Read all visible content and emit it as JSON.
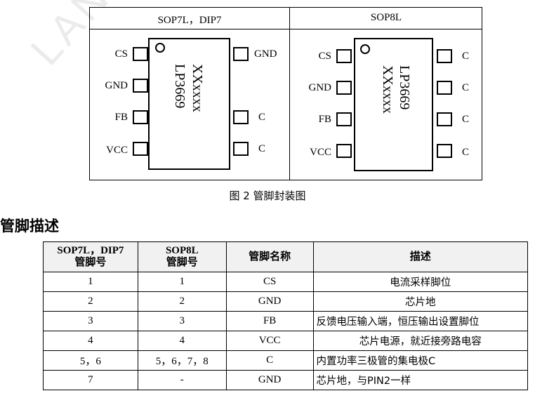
{
  "figure": {
    "left_header": "SOP7L，DIP7",
    "right_header": "SOP8L",
    "left_chip": {
      "marking_line1": "LP3669",
      "marking_line2": "XXxxxx",
      "left_pins": [
        "CS",
        "GND",
        "FB",
        "VCC"
      ],
      "right_pins": [
        "GND",
        "C",
        "C"
      ]
    },
    "right_chip": {
      "marking_line1": "LP3669",
      "marking_line2": "XXxxxx",
      "left_pins": [
        "CS",
        "GND",
        "FB",
        "VCC"
      ],
      "right_pins": [
        "C",
        "C",
        "C",
        "C"
      ]
    },
    "caption": "图 2  管脚封装图"
  },
  "section_title": "管脚描述",
  "table": {
    "headers": [
      "SOP7L，DIP7\n管脚号",
      "SOP8L\n管脚号",
      "管脚名称",
      "描述"
    ],
    "rows": [
      [
        "1",
        "1",
        "CS",
        "电流采样脚位"
      ],
      [
        "2",
        "2",
        "GND",
        "芯片地"
      ],
      [
        "3",
        "3",
        "FB",
        "反馈电压输入端，恒压输出设置脚位"
      ],
      [
        "4",
        "4",
        "VCC",
        "芯片电源，就近接旁路电容"
      ],
      [
        "5，6",
        "5，6，7，8",
        "C",
        "内置功率三极管的集电极C"
      ],
      [
        "7",
        "-",
        "GND",
        "芯片地，与PIN2一样"
      ]
    ]
  },
  "watermark": "LANDP CON"
}
